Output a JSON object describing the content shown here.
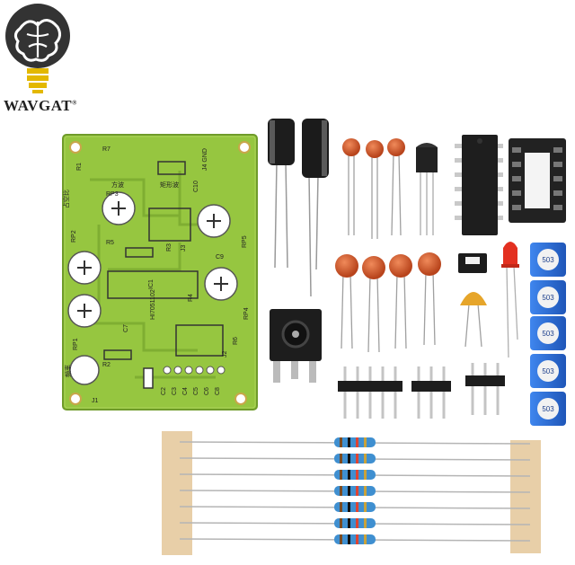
{
  "brand": {
    "name": "WAVGAT",
    "reg_mark": "®"
  },
  "pcb": {
    "module_code": "HI7051102",
    "chip_label": "IC1",
    "jumper_labels": [
      "J1",
      "J2",
      "J3"
    ],
    "capacitor_labels": [
      "C2",
      "C3",
      "C4",
      "C5",
      "C6",
      "C7",
      "C8",
      "C9",
      "C10"
    ],
    "resistor_labels": [
      "R1",
      "R2",
      "R3",
      "R4",
      "R5",
      "R6",
      "R7"
    ],
    "pot_labels": [
      "RP1",
      "RP2",
      "RP3",
      "RP4",
      "RP5"
    ],
    "silkscreen_cn": [
      "矩形波",
      "占空比",
      "方波",
      "频率"
    ],
    "pin_header_text": "J4 GND"
  },
  "trimmer_label": "503",
  "colors": {
    "board_green": "#93c63f",
    "ceramic_cap": "#d35a2a",
    "trimmer_blue": "#2d6fd6",
    "led_red": "#e23020"
  }
}
